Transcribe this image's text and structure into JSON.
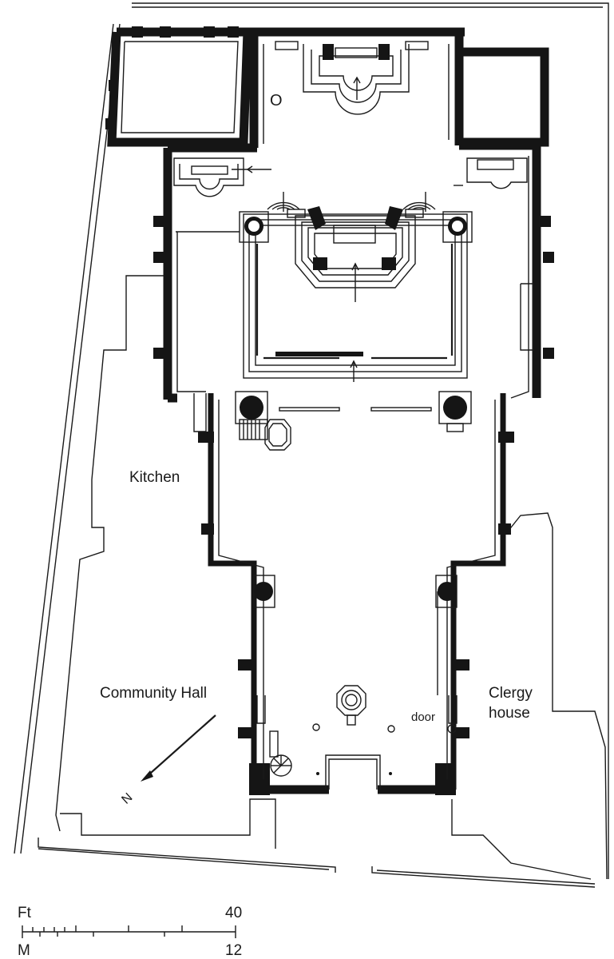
{
  "labels": {
    "kitchen": "Kitchen",
    "community_hall": "Community Hall",
    "clergy_line1": "Clergy",
    "clergy_line2": "house",
    "door": "door",
    "north": "N",
    "crypt_mark": "O"
  },
  "scale_bar": {
    "unit_top": "Ft",
    "value_top": "40",
    "unit_bottom": "M",
    "value_bottom": "12"
  },
  "colors": {
    "ink": "#151515",
    "background": "#ffffff"
  }
}
